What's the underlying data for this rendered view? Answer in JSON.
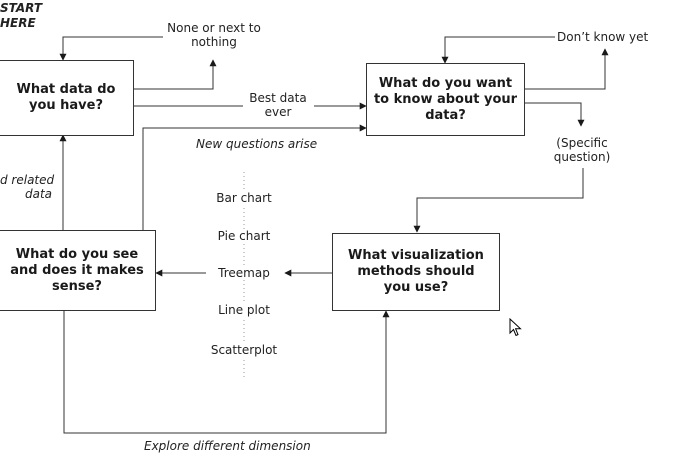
{
  "start_label": [
    "START",
    "HERE"
  ],
  "boxes": {
    "data": [
      "What data do",
      "you have?"
    ],
    "know": [
      "What do you want",
      "to know about your",
      "data?"
    ],
    "viz": [
      "What visualization",
      "methods should",
      "you use?"
    ],
    "see": [
      "What do you see",
      "and does it makes",
      "sense?"
    ]
  },
  "labels": {
    "none": [
      "None or next to",
      "nothing"
    ],
    "best": [
      "Best data",
      "ever"
    ],
    "dont_know": "Don’t know yet",
    "new_questions": "New questions arise",
    "specific": [
      "(Specific",
      "question)"
    ],
    "related": [
      "d related",
      "data"
    ],
    "explore": "Explore different dimension"
  },
  "methods": [
    "Bar chart",
    "Pie chart",
    "Treemap",
    "Line plot",
    "Scatterplot"
  ]
}
